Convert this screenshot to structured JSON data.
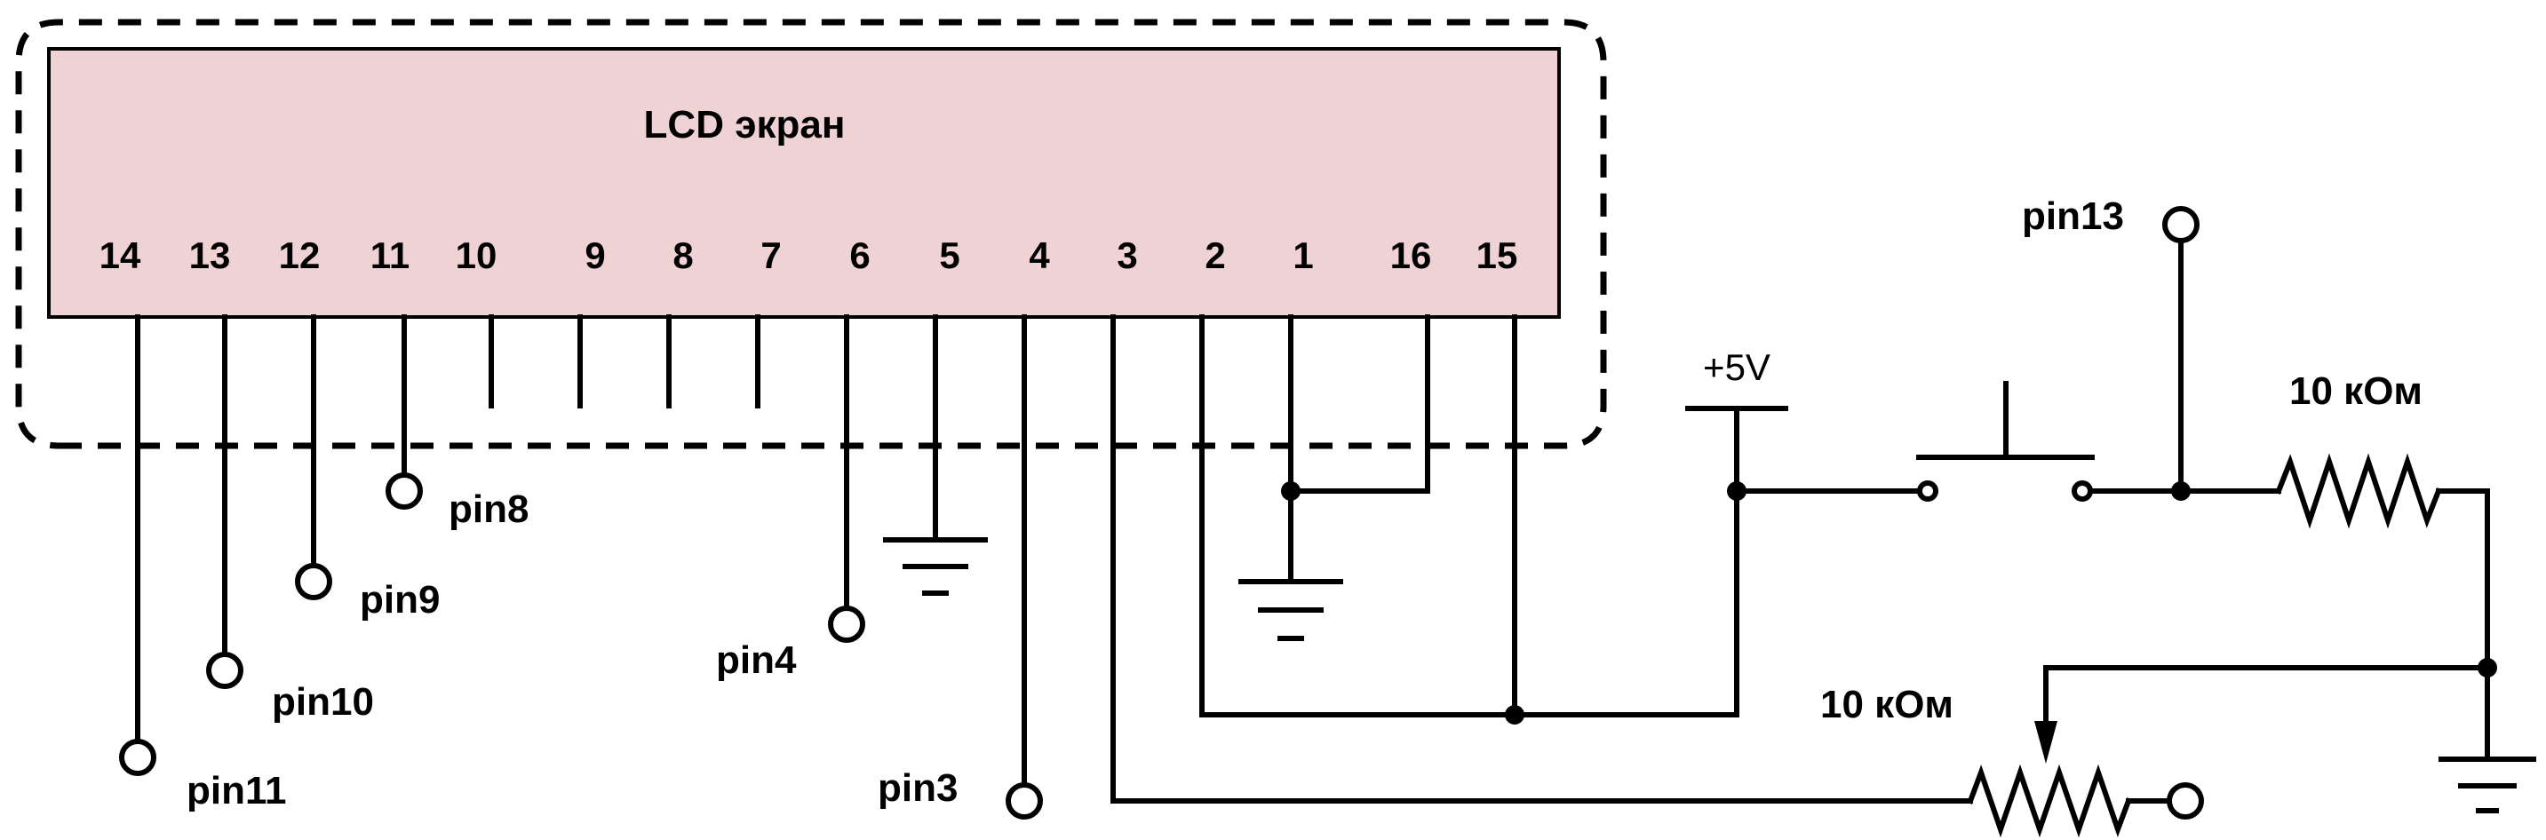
{
  "lcd": {
    "title": "LCD экран",
    "pins": [
      "14",
      "13",
      "12",
      "11",
      "10",
      "9",
      "8",
      "7",
      "6",
      "5",
      "4",
      "3",
      "2",
      "1",
      "16",
      "15"
    ]
  },
  "signals": {
    "pin8": "pin8",
    "pin9": "pin9",
    "pin10": "pin10",
    "pin11": "pin11",
    "pin4": "pin4",
    "pin3": "pin3",
    "pin13": "pin13"
  },
  "supply": {
    "vcc": "+5V"
  },
  "components": {
    "pullup_resistor": "10 кОм",
    "potentiometer": "10 кОм"
  }
}
